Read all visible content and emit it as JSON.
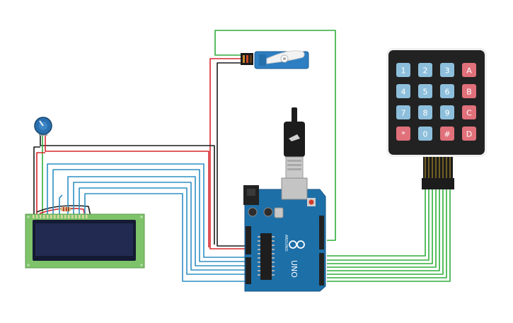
{
  "arduino": {
    "board_label": "UNO",
    "brand_label": "ARDUINO"
  },
  "keypad": {
    "keys": [
      [
        "1",
        "2",
        "3",
        "A"
      ],
      [
        "4",
        "5",
        "6",
        "B"
      ],
      [
        "7",
        "8",
        "9",
        "C"
      ],
      [
        "*",
        "0",
        "#",
        "D"
      ]
    ],
    "colors": {
      "digit_key": "#8dbfdc",
      "letter_key": "#e0707a",
      "body": "#222222",
      "border": "#f0f0f0"
    }
  },
  "colors": {
    "wire_green": "#2fae3a",
    "wire_red": "#d9262c",
    "wire_black": "#1a1a1a",
    "wire_blue": "#2e8fc4",
    "board": "#1d6fa8",
    "lcd_pcb": "#7ec36a",
    "lcd_screen": "#222a52",
    "servo": "#2d7fc1",
    "pot": "#2a6fae"
  }
}
